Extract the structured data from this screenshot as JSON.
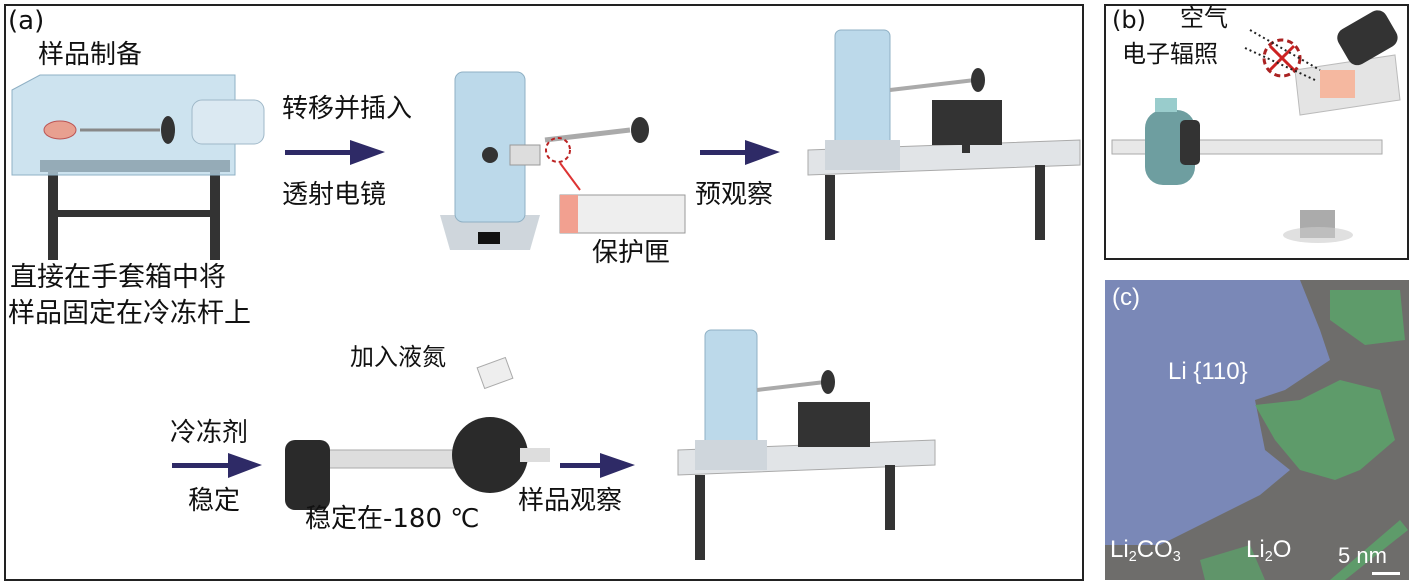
{
  "panel_a": {
    "label": "(a)",
    "step_prepare": "样品制备",
    "prepare_desc_line1": "直接在手套箱中将",
    "prepare_desc_line2": "样品固定在冷冻杆上",
    "transfer_label": "转移并插入",
    "tem_label": "透射电镜",
    "protect_box_label": "保护匣",
    "preobserve_label": "预观察",
    "add_ln2_label": "加入液氮",
    "coolant_label": "冷冻剂",
    "stabilize_label": "稳定",
    "stable_temp_label": "稳定在-180 ℃",
    "sample_observe_label": "样品观察"
  },
  "panel_b": {
    "label": "(b)",
    "air_label": "空气",
    "electron_label": "电子辐照"
  },
  "panel_c": {
    "label": "(c)",
    "li_label": "Li {110}",
    "li2co3_main": "Li",
    "li2co3_sub1": "2",
    "li2co3_mid": "CO",
    "li2co3_sub2": "3",
    "li2o_main": "Li",
    "li2o_sub": "2",
    "li2o_end": "O",
    "scale_label": "5 nm"
  },
  "colors": {
    "arrow": "#2e2a66",
    "glass": "#bcd9ea",
    "li": "#7f8fc8",
    "li2o": "#5aa66a"
  }
}
